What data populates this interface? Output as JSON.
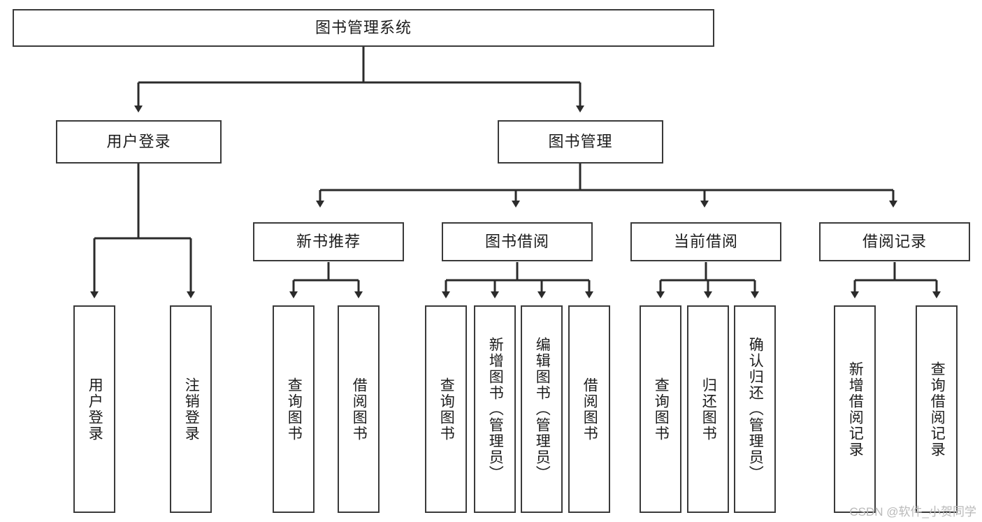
{
  "diagram": {
    "title": "图书管理系统",
    "type": "hierarchy-tree",
    "watermark": "CSDN @软件_小贺同学",
    "colors": {
      "box_border": "#3a3a3a",
      "box_fill": "#ffffff",
      "connector": "#2b2b2b",
      "text": "#1c1c1c",
      "watermark": "#b9b9b9",
      "background": "#ffffff"
    },
    "levels": {
      "root": {
        "label": "图书管理系统"
      },
      "level2": [
        {
          "label": "用户登录"
        },
        {
          "label": "图书管理"
        }
      ],
      "level3": [
        {
          "label": "新书推荐"
        },
        {
          "label": "图书借阅"
        },
        {
          "label": "当前借阅"
        },
        {
          "label": "借阅记录"
        }
      ],
      "leaves": [
        {
          "label": "用户登录",
          "parent": "用户登录"
        },
        {
          "label": "注销登录",
          "parent": "用户登录"
        },
        {
          "label": "查询图书",
          "parent": "新书推荐"
        },
        {
          "label": "借阅图书",
          "parent": "新书推荐"
        },
        {
          "label": "查询图书",
          "parent": "图书借阅"
        },
        {
          "label": "新增图书（管理员）",
          "parent": "图书借阅"
        },
        {
          "label": "编辑图书（管理员）",
          "parent": "图书借阅"
        },
        {
          "label": "借阅图书",
          "parent": "图书借阅"
        },
        {
          "label": "查询图书",
          "parent": "当前借阅"
        },
        {
          "label": "归还图书",
          "parent": "当前借阅"
        },
        {
          "label": "确认归还（管理员）",
          "parent": "当前借阅"
        },
        {
          "label": "新增借阅记录",
          "parent": "借阅记录"
        },
        {
          "label": "查询借阅记录",
          "parent": "借阅记录"
        }
      ]
    }
  }
}
